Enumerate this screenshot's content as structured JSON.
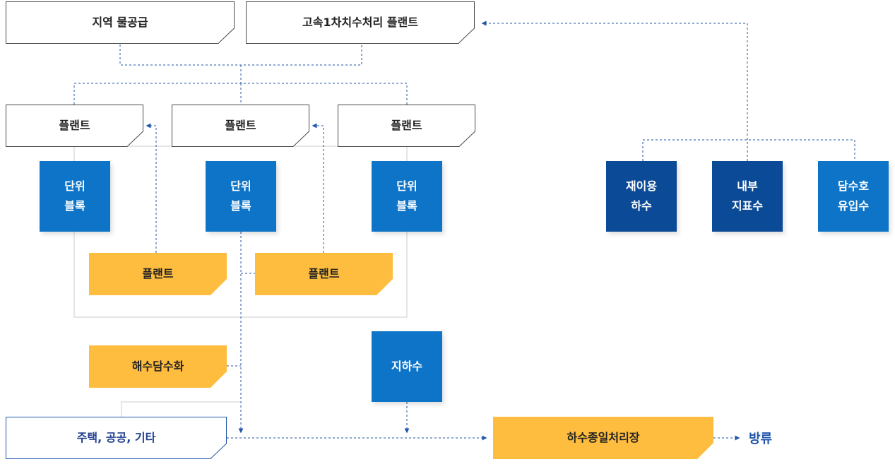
{
  "nodes": {
    "regional_water": "지역 물공급",
    "highspeed_plant": "고속1차치수처리 플랜트",
    "plant_left": "플랜트",
    "plant_mid": "플랜트",
    "plant_right": "플랜트",
    "unit_block_left": "단위\n블록",
    "unit_block_mid": "단위\n블록",
    "unit_block_right": "단위\n블록",
    "yellow_plant_left": "플랜트",
    "yellow_plant_right": "플랜트",
    "reuse_sewage": "재이용\n하수",
    "internal_surface": "내부\n지표수",
    "lake_inflow": "담수호\n유입수",
    "desalination": "해수담수화",
    "groundwater": "지하수",
    "housing": "주택, 공공, 기타",
    "final_treatment": "하수종일처리장",
    "discharge": "방류"
  },
  "colors": {
    "blue": "#0d74c8",
    "navy": "#0b4a97",
    "yellow": "#ffbd3f",
    "border": "#4a4a4a",
    "connector": "#1f55a8"
  }
}
